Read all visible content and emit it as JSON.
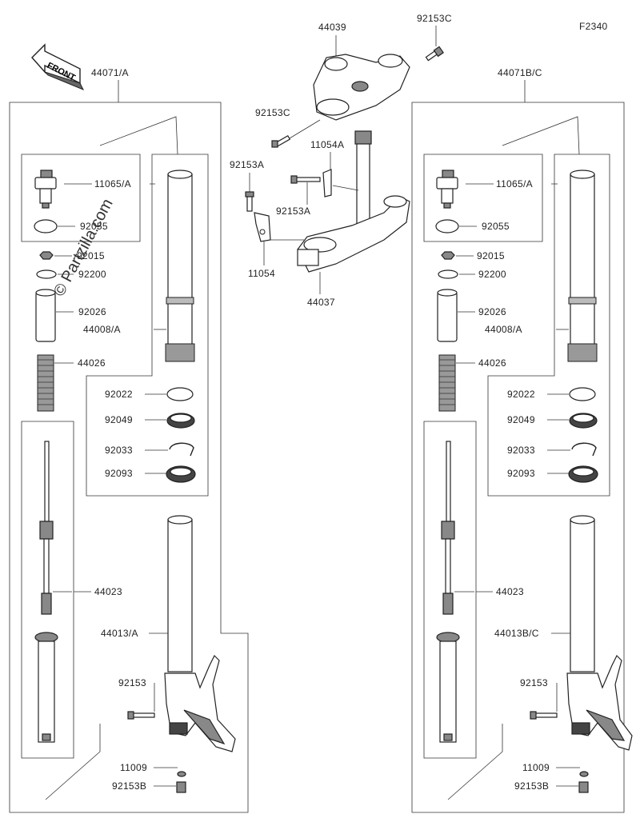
{
  "figure_code": "F2340",
  "front_label": "FRONT",
  "watermark": "© Partzilla.com",
  "center": {
    "top_bracket": "44039",
    "bolt_top": "92153C",
    "bolt_top2": "92153C",
    "bracket_11054A": "11054A",
    "bolt_92153A_left": "92153A",
    "bolt_92153A_mid": "92153A",
    "bracket_11054": "11054",
    "stem": "44037"
  },
  "left": {
    "assembly": "44071/A",
    "cap": "11065/A",
    "oring": "92055",
    "nut": "92015",
    "washer": "92200",
    "collar": "92026",
    "tube": "44008/A",
    "spring": "44026",
    "ring": "92022",
    "seal": "92049",
    "clip": "92033",
    "dust_seal": "92093",
    "cartridge": "44023",
    "outer_tube": "44013/A",
    "bolt": "92153",
    "gasket": "11009",
    "drain_bolt": "92153B"
  },
  "right": {
    "assembly": "44071B/C",
    "cap": "11065/A",
    "oring": "92055",
    "nut": "92015",
    "washer": "92200",
    "collar": "92026",
    "tube": "44008/A",
    "spring": "44026",
    "ring": "92022",
    "seal": "92049",
    "clip": "92033",
    "dust_seal": "92093",
    "cartridge": "44023",
    "outer_tube": "44013B/C",
    "bolt": "92153",
    "gasket": "11009",
    "drain_bolt": "92153B"
  }
}
